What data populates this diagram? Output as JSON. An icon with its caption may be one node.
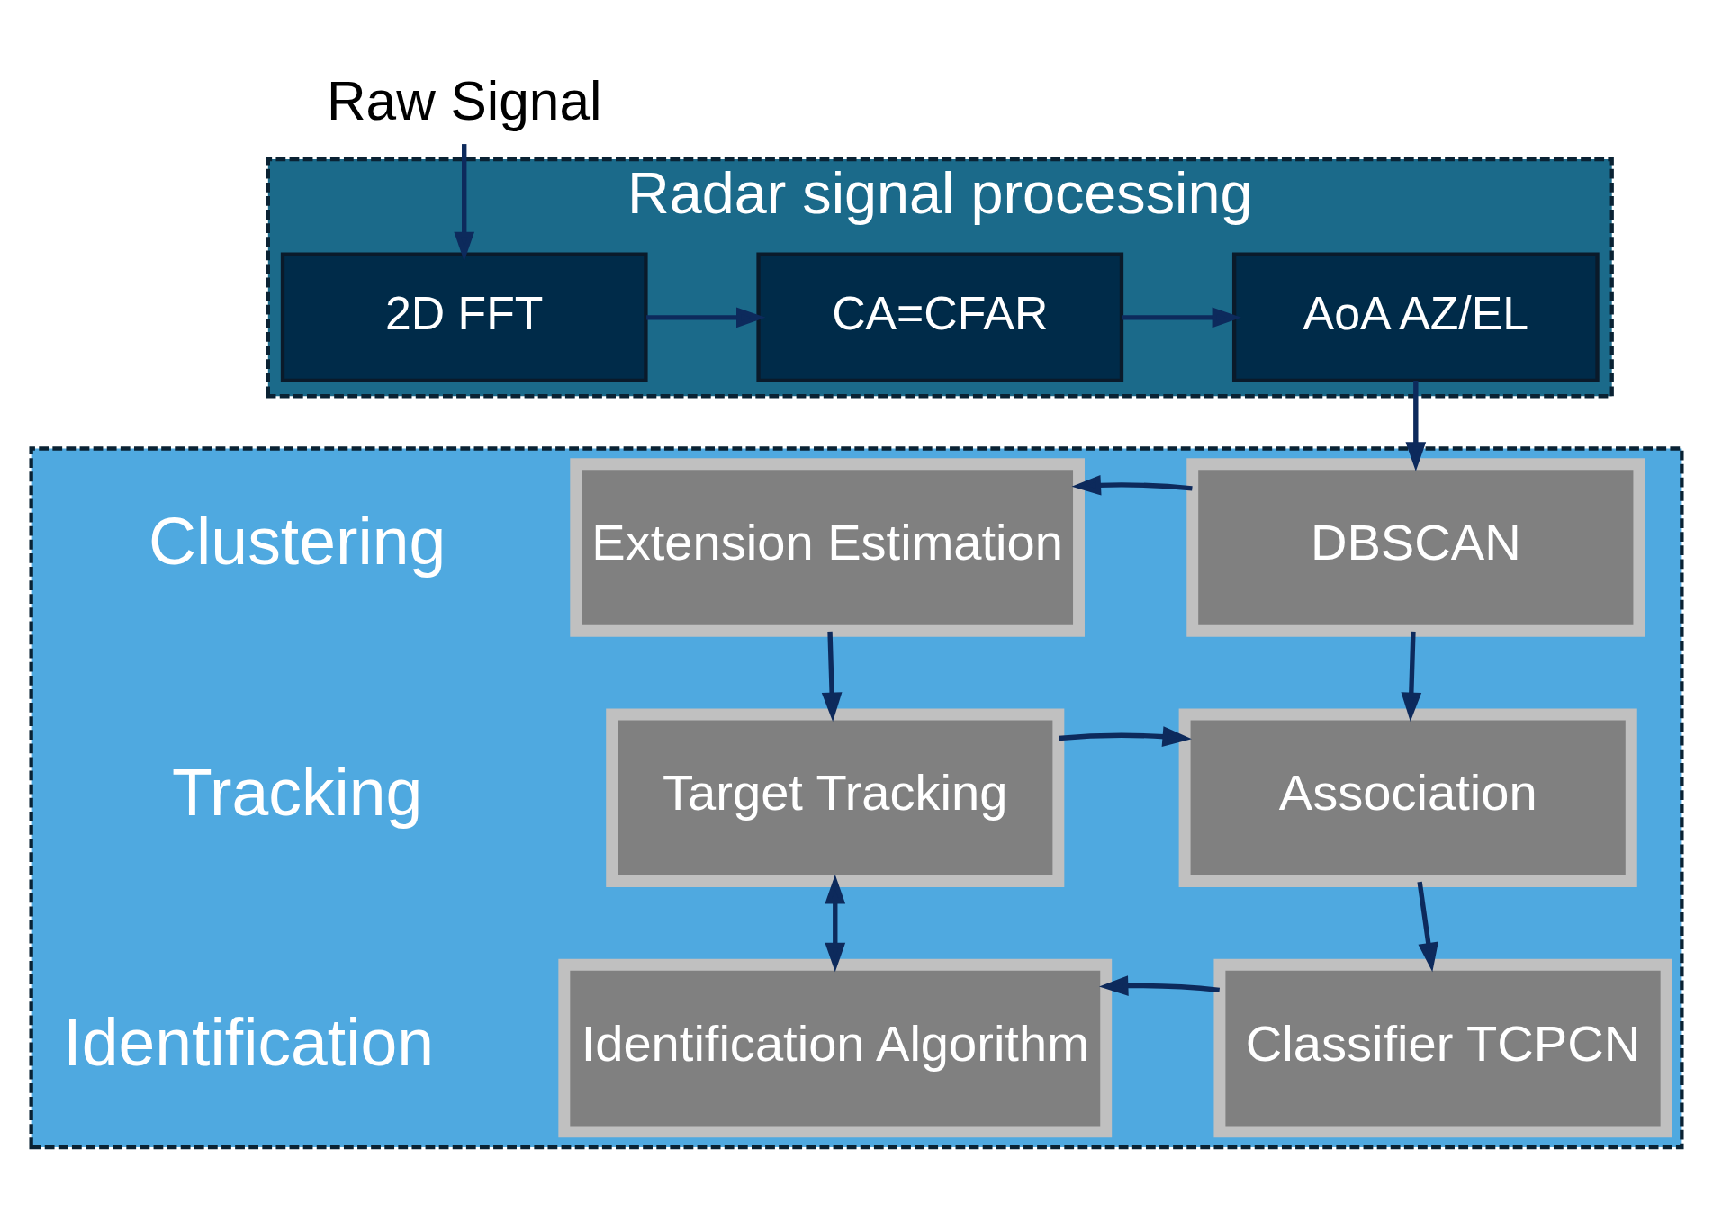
{
  "diagram": {
    "nodes": [
      {
        "text": [
          "Raw Signal"
        ]
      },
      {
        "text": [
          "Radar signal processing"
        ]
      },
      {
        "text": [
          "2D FFT"
        ],
        "in": 1
      },
      {
        "text": [
          "CA=CFAR"
        ],
        "in": 1
      },
      {
        "text": [
          "AoA AZ/EL"
        ],
        "in": 1
      },
      {
        "text": [],
        "shape": "box"
      },
      {
        "text": [
          "Extension Estimation"
        ],
        "in": 5
      },
      {
        "text": [
          "DBSCAN"
        ],
        "in": 5
      },
      {
        "text": [
          "Target Tracking"
        ],
        "in": 5
      },
      {
        "text": [
          "Association"
        ],
        "in": 5
      },
      {
        "text": [
          "Identification Algorithm"
        ],
        "in": 5
      },
      {
        "text": [
          "Classifier TCPCN"
        ],
        "in": 5
      }
    ],
    "edges": [
      {
        "from": 0,
        "to": 2,
        "arrow": "to"
      },
      {
        "from": 2,
        "to": 3,
        "arrow": "to"
      },
      {
        "from": 3,
        "to": 4,
        "arrow": "to"
      },
      {
        "from": 4,
        "to": 7,
        "arrow": "to"
      },
      {
        "from": 7,
        "to": 6,
        "arrow": "to"
      },
      {
        "from": 6,
        "to": 8,
        "arrow": "to"
      },
      {
        "from": 7,
        "to": 9,
        "arrow": "to"
      },
      {
        "from": 8,
        "to": 9,
        "arrow": "to"
      },
      {
        "from": 8,
        "to": 10,
        "arrow": "both"
      },
      {
        "from": 9,
        "to": 11,
        "arrow": "to"
      },
      {
        "from": 11,
        "to": 10,
        "arrow": "to"
      }
    ],
    "labels": [
      "Clustering",
      "Tracking",
      "Identification"
    ]
  }
}
